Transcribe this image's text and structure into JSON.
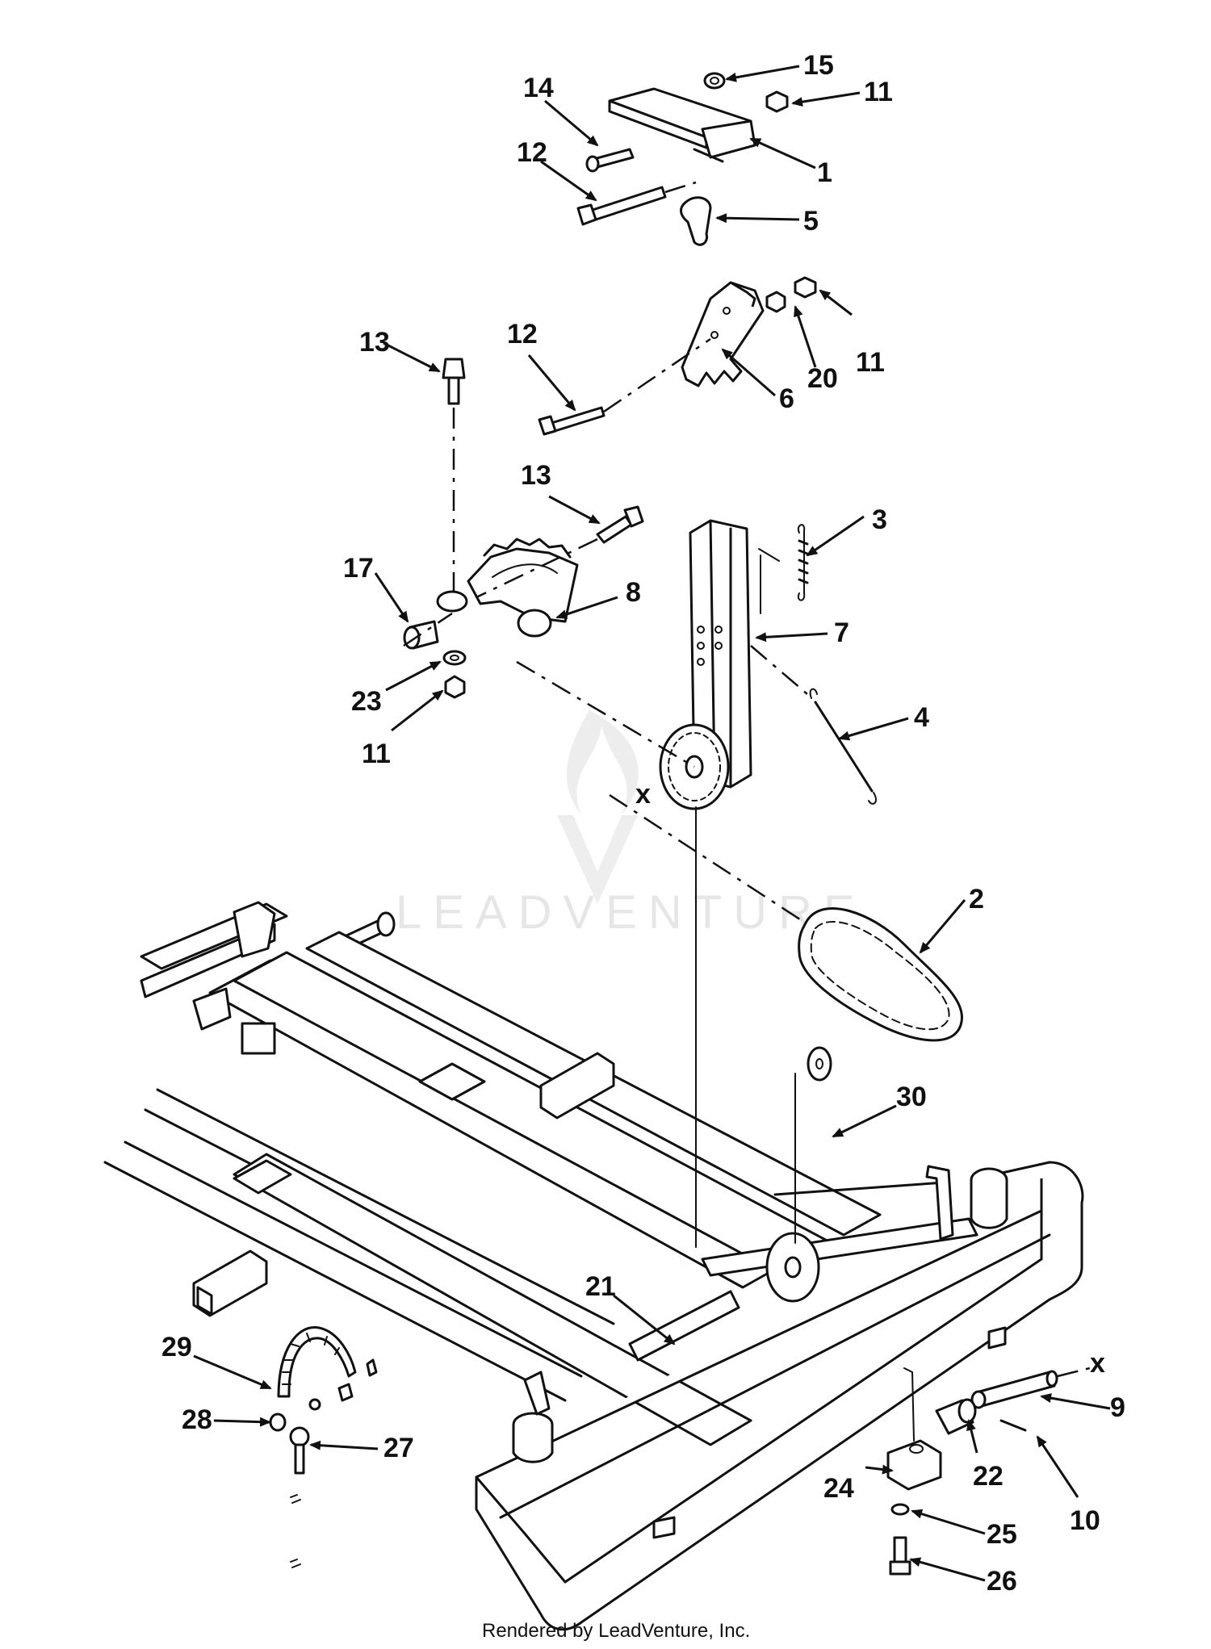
{
  "callouts": {
    "n1": "1",
    "n2": "2",
    "n3": "3",
    "n4": "4",
    "n5": "5",
    "n6": "6",
    "n7": "7",
    "n8": "8",
    "n9": "9",
    "n10": "10",
    "n11a": "11",
    "n11b": "11",
    "n11c": "11",
    "n12a": "12",
    "n12b": "12",
    "n13a": "13",
    "n13b": "13",
    "n14": "14",
    "n15": "15",
    "n17": "17",
    "n20": "20",
    "n21": "21",
    "n22": "22",
    "n23": "23",
    "n24": "24",
    "n25": "25",
    "n26": "26",
    "n27": "27",
    "n28": "28",
    "n29": "29",
    "n30": "30"
  },
  "markers": {
    "x_top": "x",
    "x_bottom": "x"
  },
  "watermark": "LEADVENTURE",
  "credit": "Rendered by LeadVenture, Inc.",
  "colors": {
    "ink": "#111111",
    "paper": "#ffffff",
    "watermark": "#e6e6e6"
  }
}
